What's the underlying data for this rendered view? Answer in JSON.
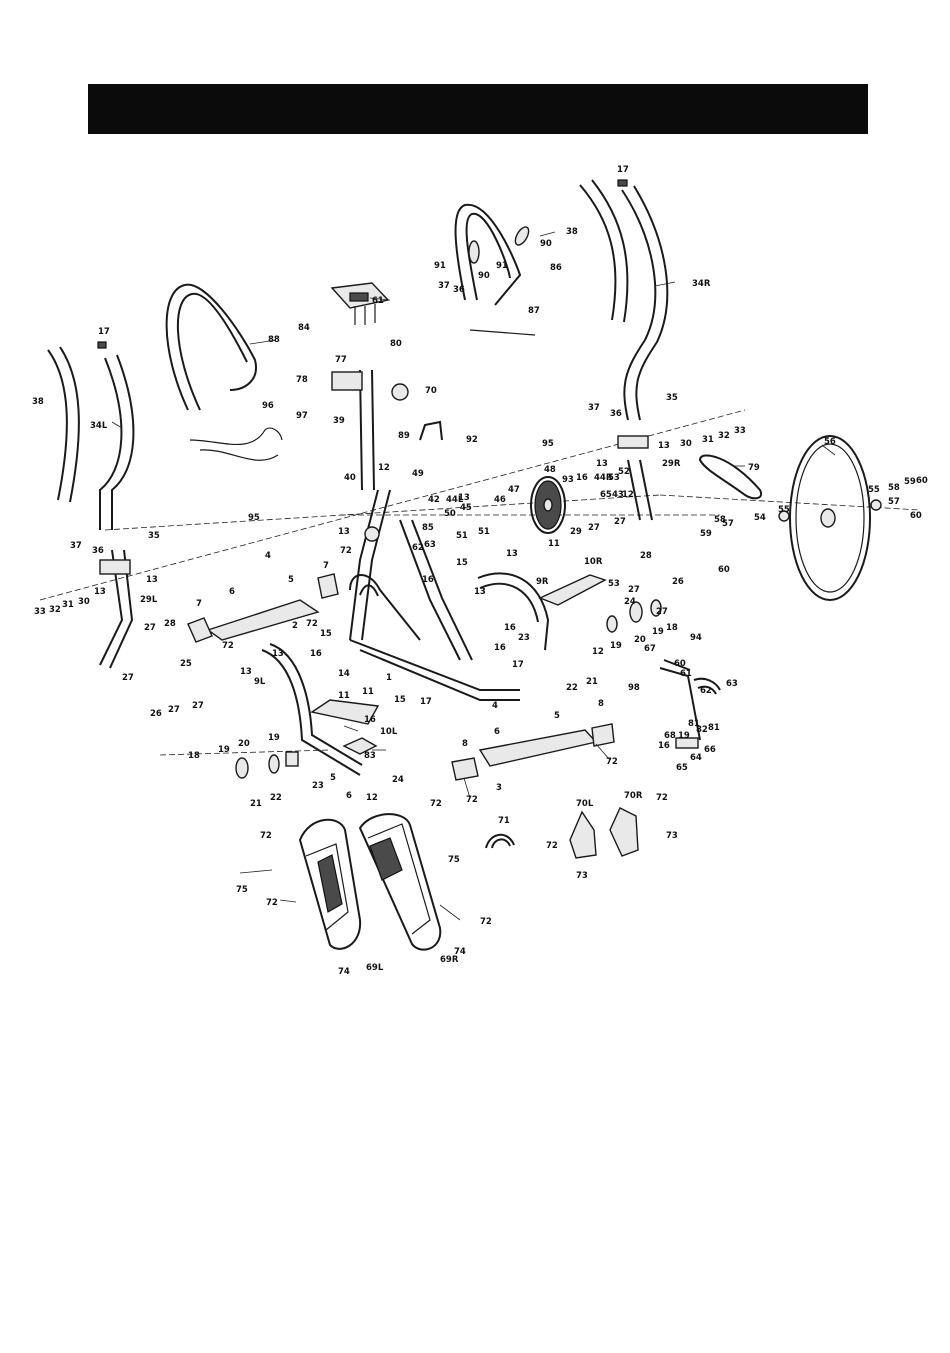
{
  "header": {
    "title": ""
  },
  "labels": {
    "p38l": "38",
    "p34l": "34L",
    "p17a": "17",
    "p37a": "37",
    "p36a": "36",
    "p35a": "35",
    "p29l": "29L",
    "p33a": "33",
    "p32a": "32",
    "p31a": "31",
    "p30a": "30",
    "p13a": "13",
    "p27a": "27",
    "p28a": "28",
    "p25a": "25",
    "p26a": "26",
    "p27b": "27",
    "p27c": "27",
    "p88": "88",
    "p96": "96",
    "p84": "84",
    "p61": "61",
    "p80": "80",
    "p77": "77",
    "p78": "78",
    "p70": "70",
    "p97": "97",
    "p39": "39",
    "p89": "89",
    "p92": "92",
    "p90a": "90",
    "p91a": "91",
    "p90b": "90",
    "p91b": "91",
    "p86": "86",
    "p87": "87",
    "p37b": "37",
    "p36b": "36",
    "p38r": "38",
    "p17b": "17",
    "p34r": "34R",
    "p35b": "35",
    "p37c": "37",
    "p36c": "36",
    "p13b": "13",
    "p30b": "30",
    "p31b": "31",
    "p32b": "32",
    "p33b": "33",
    "p29r": "29R",
    "p79": "79",
    "p56": "56",
    "p55a": "55",
    "p58": "58",
    "p59": "59",
    "p60a": "60",
    "p57": "57",
    "p54": "54",
    "p55b": "55",
    "p59b": "59",
    "p60b": "60",
    "p95a": "95",
    "p95b": "95",
    "p13c": "13",
    "p48": "48",
    "p93": "93",
    "p16a": "16",
    "p44r": "44R",
    "p53a": "53",
    "p52": "52",
    "p65": "65",
    "p43a": "43",
    "p12a": "12",
    "p12b": "12",
    "p49": "49",
    "p42": "42",
    "p44l": "44L",
    "p13d": "13",
    "p45a": "45",
    "p46": "46",
    "p47": "47",
    "p85": "85",
    "p50": "50",
    "p51": "51",
    "p63": "63",
    "p62": "62",
    "p40": "40",
    "p13e": "13",
    "p72a": "72",
    "p15a": "15",
    "p16b": "16",
    "p11a": "11",
    "p29": "29",
    "p27d": "27",
    "p10r": "10R",
    "p27e": "27",
    "p28b": "28",
    "p9r": "9R",
    "p13f": "13",
    "p16c": "16",
    "p16d": "16",
    "p17c": "17",
    "p53b": "53",
    "p24a": "24",
    "p26b": "26",
    "p27f": "27",
    "p19a": "19",
    "p20a": "20",
    "p18a": "18",
    "p94": "94",
    "p67": "67",
    "p60c": "60",
    "p61b": "61",
    "p62b": "62",
    "p63b": "63",
    "p98": "98",
    "p23a": "23",
    "p22a": "22",
    "p21a": "21",
    "p12c": "12",
    "p4a": "4",
    "p5a": "5",
    "p6a": "6",
    "p2": "2",
    "p7a": "7",
    "p7b": "7",
    "p72b": "72",
    "p72c": "72",
    "p13g": "13",
    "p9l": "9L",
    "p15b": "15",
    "p16e": "16",
    "p14": "14",
    "p11b": "11",
    "p16f": "16",
    "p1": "1",
    "p17d": "17",
    "p15c": "15",
    "p10l": "10L",
    "p83": "83",
    "p24b": "24",
    "p12d": "12",
    "p23b": "23",
    "p18b": "18",
    "p19b": "19",
    "p20b": "20",
    "p19c": "19",
    "p21b": "21",
    "p22b": "22",
    "p4b": "4",
    "p5b": "5",
    "p6b": "6",
    "p8a": "8",
    "p8b": "8",
    "p3": "3",
    "p72d": "72",
    "p72e": "72",
    "p81": "81",
    "p82": "82",
    "p81b": "81",
    "p68": "68",
    "p16g": "16",
    "p66": "66",
    "p64": "64",
    "p72f": "72",
    "p72g": "72",
    "p75a": "75",
    "p72h": "72",
    "p75b": "75",
    "p72i": "72",
    "p69l": "69L",
    "p74a": "74",
    "p69r": "69R",
    "p74b": "74",
    "p72j": "72",
    "p71": "71",
    "p70l": "70L",
    "p70r": "70R",
    "p72k": "72",
    "p73a": "73",
    "p72l": "72",
    "p73b": "73"
  }
}
